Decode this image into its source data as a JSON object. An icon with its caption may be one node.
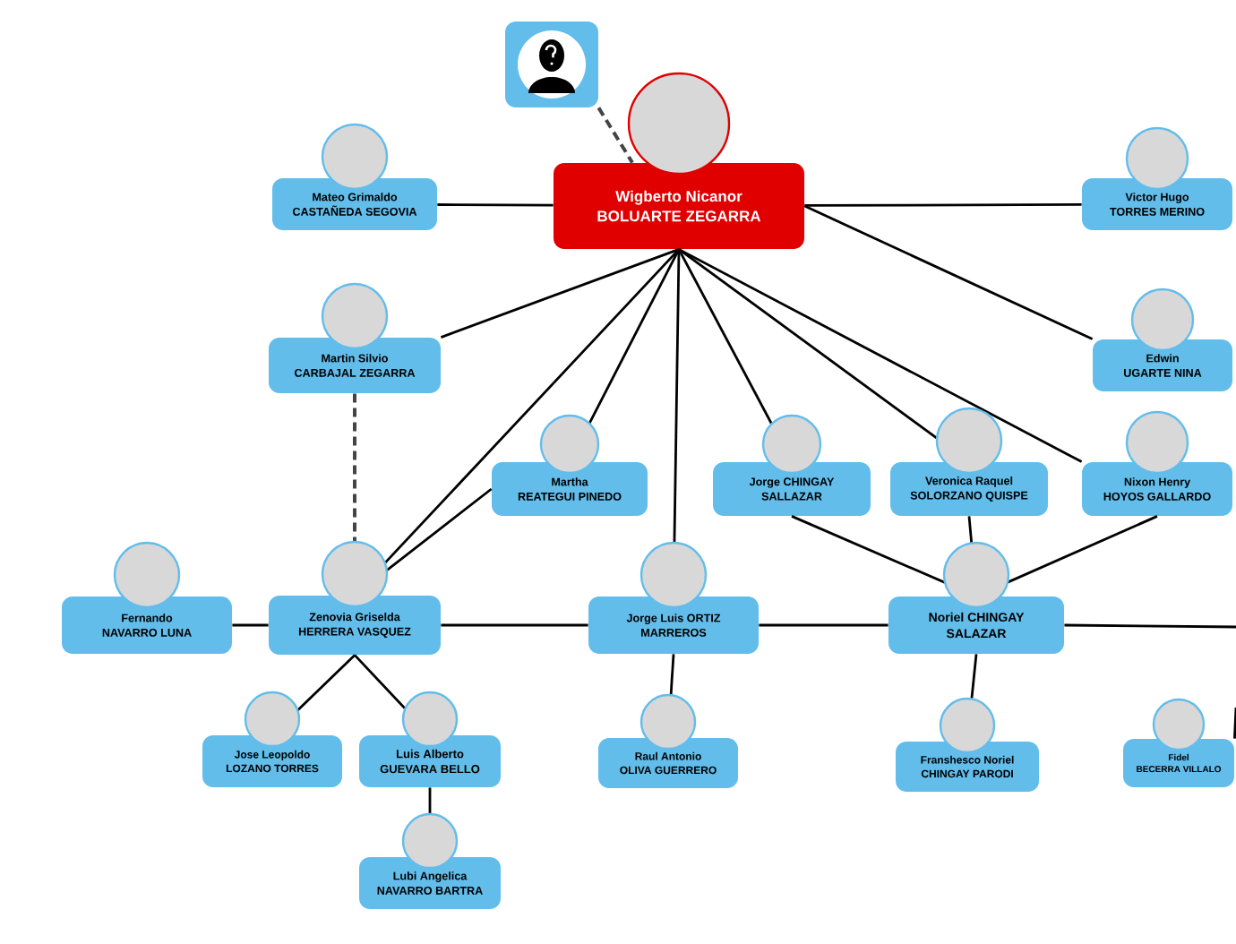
{
  "diagram": {
    "nodes": [
      {
        "text": [],
        "shape": "person"
      },
      {
        "text": [
          "Wigberto Nicanor",
          "BOLUARTE ZEGARRA"
        ]
      },
      {
        "text": [
          "Mateo Grimaldo",
          "CASTAÑEDA SEGOVIA"
        ]
      },
      {
        "text": [
          "Victor Hugo",
          "TORRES MERINO"
        ]
      },
      {
        "text": [
          "Martin Silvio",
          "CARBAJAL ZEGARRA"
        ]
      },
      {
        "text": [
          "Edwin",
          "UGARTE NINA"
        ]
      },
      {
        "text": [
          "Martha",
          "REATEGUI PINEDO"
        ]
      },
      {
        "text": [
          "Jorge CHINGAY",
          "SALLAZAR"
        ]
      },
      {
        "text": [
          "Veronica Raquel",
          "SOLORZANO QUISPE"
        ]
      },
      {
        "text": [
          "Nixon Henry",
          "HOYOS GALLARDO"
        ]
      },
      {
        "text": [
          "Fernando",
          "NAVARRO LUNA"
        ]
      },
      {
        "text": [
          "Zenovia Griselda",
          "HERRERA VASQUEZ"
        ]
      },
      {
        "text": [
          "Jorge Luis ORTIZ",
          "MARREROS"
        ]
      },
      {
        "text": [
          "Noriel CHINGAY",
          "SALAZAR"
        ]
      },
      {
        "text": [
          "Jose Leopoldo",
          "LOZANO TORRES"
        ]
      },
      {
        "text": [
          "Luis Alberto",
          "GUEVARA BELLO"
        ]
      },
      {
        "text": [
          "Raul Antonio",
          "OLIVA GUERRERO"
        ]
      },
      {
        "text": [
          "Franshesco Noriel",
          "CHINGAY PARODI"
        ]
      },
      {
        "text": [
          "Fidel",
          "BECERRA VILLALO"
        ]
      },
      {
        "text": [
          "Lubi Angelica",
          "NAVARRO BARTRA"
        ]
      }
    ],
    "edges": [
      {
        "from": 0,
        "to": 1,
        "arrow": "none",
        "style": "dashed",
        "color": "#444444"
      },
      {
        "from": 2,
        "to": 1,
        "arrow": "none"
      },
      {
        "from": 1,
        "to": 3,
        "arrow": "none"
      },
      {
        "from": 1,
        "to": 4,
        "arrow": "none"
      },
      {
        "from": 1,
        "to": 5,
        "arrow": "none"
      },
      {
        "from": 1,
        "to": 6,
        "arrow": "none"
      },
      {
        "from": 1,
        "to": 11,
        "arrow": "none"
      },
      {
        "from": 1,
        "to": 12,
        "arrow": "none"
      },
      {
        "from": 1,
        "to": 7,
        "arrow": "none"
      },
      {
        "from": 1,
        "to": 8,
        "arrow": "none"
      },
      {
        "from": 1,
        "to": 9,
        "arrow": "none"
      },
      {
        "from": 4,
        "to": 11,
        "arrow": "none",
        "style": "dashed",
        "color": "#444444"
      },
      {
        "from": 6,
        "to": 11,
        "arrow": "none"
      },
      {
        "from": 10,
        "to": 11,
        "arrow": "none"
      },
      {
        "from": 11,
        "to": 12,
        "arrow": "none"
      },
      {
        "from": 12,
        "to": 13,
        "arrow": "none"
      },
      {
        "from": 13,
        "to": null,
        "arrow": "none"
      },
      {
        "from": 7,
        "to": 13,
        "arrow": "none"
      },
      {
        "from": 8,
        "to": 13,
        "arrow": "none"
      },
      {
        "from": 9,
        "to": 13,
        "arrow": "none"
      },
      {
        "from": 11,
        "to": 14,
        "arrow": "none"
      },
      {
        "from": 11,
        "to": 15,
        "arrow": "none"
      },
      {
        "from": 15,
        "to": 19,
        "arrow": "none"
      },
      {
        "from": 12,
        "to": 16,
        "arrow": "none"
      },
      {
        "from": 13,
        "to": 17,
        "arrow": "none"
      },
      {
        "from": 18,
        "to": null,
        "arrow": "none"
      }
    ]
  }
}
